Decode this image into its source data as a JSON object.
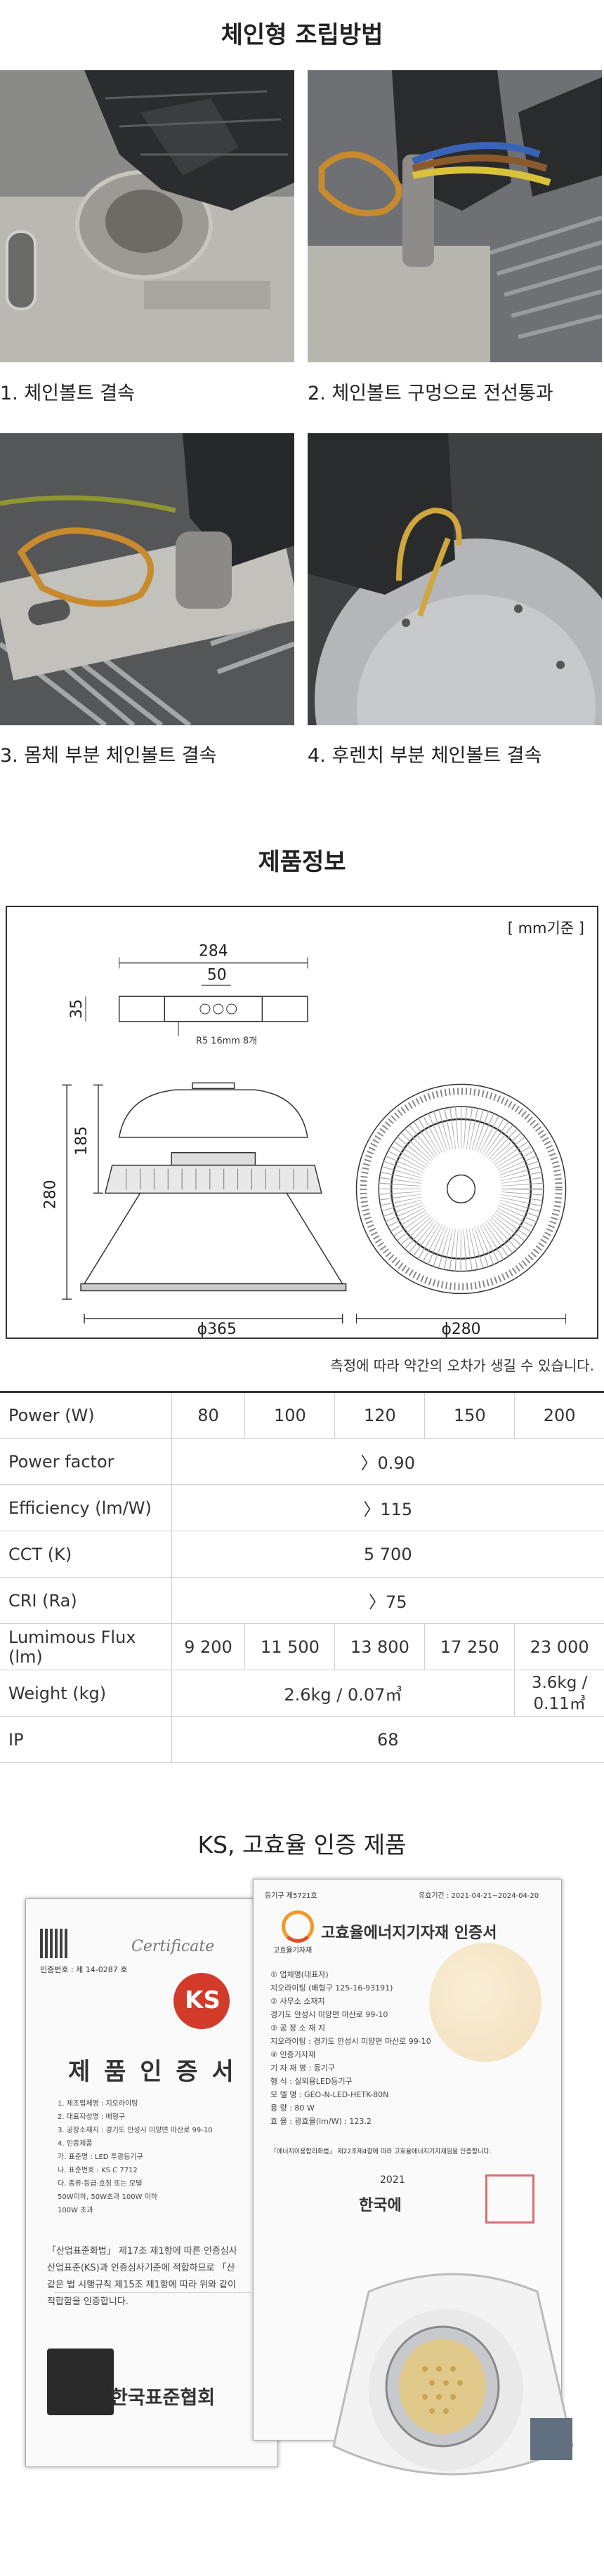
{
  "assembly": {
    "title": "체인형 조립방법",
    "steps": [
      {
        "label": "1. 체인볼트 결속"
      },
      {
        "label": "2. 체인볼트 구멍으로 전선통과"
      },
      {
        "label": "3. 몸체 부분 체인볼트 결속"
      },
      {
        "label": "4. 후렌치 부분 체인볼트 결속"
      }
    ]
  },
  "product_info": {
    "title": "제품정보",
    "unit": "[ mm기준 ]",
    "dimensions": {
      "top_width": "284",
      "top_inner": "50",
      "top_height": "35",
      "hole_note": "R5  16mm 8개",
      "side_height_total": "280",
      "side_height_body": "185",
      "bottom_diameter": "ϕ365",
      "front_diameter": "ϕ280"
    },
    "tolerance_note": "측정에 따라 약간의 오차가 생길 수 있습니다.",
    "spec_table": {
      "power_label": "Power (W)",
      "power_values": [
        "80",
        "100",
        "120",
        "150",
        "200"
      ],
      "power_factor_label": "Power factor",
      "power_factor_value": "〉0.90",
      "efficiency_label": "Efficiency (lm/W)",
      "efficiency_value": "〉115",
      "cct_label": "CCT (K)",
      "cct_value": "5 700",
      "cri_label": "CRI (Ra)",
      "cri_value": "〉75",
      "flux_label": "Lumimous Flux (lm)",
      "flux_values": [
        "9 200",
        "11 500",
        "13 800",
        "17 250",
        "23 000"
      ],
      "weight_label": "Weight (kg)",
      "weight_value_main": "2.6kg / 0.07㎥",
      "weight_value_200_a": "3.6kg /",
      "weight_value_200_b": "0.11㎥",
      "ip_label": "IP",
      "ip_value": "68"
    }
  },
  "certification": {
    "title": "KS, 고효율 인증 제품",
    "ks_doc": {
      "script_header": "Certificate",
      "cert_no": "인증번호 : 제  14-0287  호",
      "logo_text": "KS",
      "heading": "제 품 인 증 서",
      "fields": [
        "1. 제조업체명 : 지오라이팅",
        "2. 대표자성명 : 배형구",
        "3. 공장소재지 : 경기도 안성시 미양면 마산로 99-10",
        "4. 인증제품",
        "  가. 표준명 : LED 투광등기구",
        "  나. 표준번호 : KS C 7712",
        "  다. 종류·등급·호칭 또는 모델",
        "     50W이하, 50W초과 100W 이하",
        "     100W 초과"
      ],
      "body_lines": [
        "「산업표준화법」 제17조 제1항에 따른 인증심사",
        "산업표준(KS)과 인증심사기준에 적합하므로 「산",
        "같은 법 시행규칙 제15조 제1항에 따라 위와 같이",
        "적합함을 인증합니다."
      ],
      "issuer": "한국표준협회"
    },
    "eff_doc": {
      "header_left": "등기구 제5721호",
      "header_right": "유효기간 : 2021-04-21~2024-04-20",
      "heading": "고효율에너지기자재 인증서",
      "logo_caption": "고효율기자재",
      "fields": [
        "① 업체명(대표자)",
        "  지오라이팅 (배형구 125-16-93191)",
        "② 사무소 소재지",
        "  경기도 안성시 미양면 마산로 99-10",
        "③ 공 장 소 재 지",
        "  지오라이팅 : 경기도 안성시 미양면 마산로 99-10",
        "④ 인증기자재",
        "  기 자 재 명  :  등기구",
        "  형    식 :  실외용LED등기구",
        "  모 델 명 :  GEO-N-LED-HETK-80N",
        "  용    량 :  80 W",
        "  효    율 :  광효율(lm/W) : 123.2"
      ],
      "body_line": "「에너지이용합리화법」 제22조제4항에 따라 고효율에너지기자재임을 인증합니다.",
      "date": "2021",
      "issuer": "한국에"
    }
  }
}
